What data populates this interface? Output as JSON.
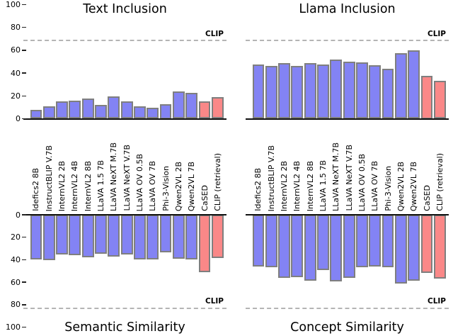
{
  "figure": {
    "background": "#ffffff"
  },
  "colors": {
    "model_bar_fill": "#8383f4",
    "highlight_bar_fill": "#fa8888",
    "bar_edge": "#7f7f7f",
    "reference_line": "#b4b4b4",
    "axis_line": "#111111",
    "text": "#000000"
  },
  "chart_data": {
    "type": "bar",
    "categories": [
      "Idefics2 8B",
      "InstructBLIP V.7B",
      "InternVL2 2B",
      "InternVL2 4B",
      "InternVL2 8B",
      "LLaVA 1.5 7B",
      "LLaVA NeXT M.7B",
      "LLaVA NeXT V.7B",
      "LLaVA OV 0.5B",
      "LLaVA OV 7B",
      "Phi-3-Vision",
      "Qwen2VL 2B",
      "Qwen2VL 7B",
      "CaSED",
      "CLIP (retrieval)"
    ],
    "highlight_categories": [
      "CaSED",
      "CLIP (retrieval)"
    ],
    "ylim": [
      0,
      100
    ],
    "yticks": [
      0,
      20,
      40,
      60,
      80,
      100
    ],
    "grid": false,
    "legend": "none",
    "panels": [
      {
        "title": "Text Inclusion",
        "position": "top-left",
        "bar_direction": "up",
        "title_placement": "above",
        "values": [
          7.5,
          11,
          15,
          16,
          18,
          12,
          19.5,
          15.5,
          11,
          9.5,
          12.5,
          24,
          22.5,
          15,
          19
        ],
        "reference_line": {
          "label": "CLIP",
          "value": 68.5
        }
      },
      {
        "title": "Llama Inclusion",
        "position": "top-right",
        "bar_direction": "up",
        "title_placement": "above",
        "values": [
          47.5,
          46,
          48.5,
          46.5,
          49,
          47.5,
          52,
          50,
          49.5,
          47,
          43.5,
          57.5,
          60,
          37.5,
          33
        ],
        "reference_line": {
          "label": "CLIP",
          "value": 68.5
        }
      },
      {
        "title": "Semantic Similarity",
        "position": "bottom-left",
        "bar_direction": "down",
        "title_placement": "below",
        "values": [
          39.5,
          40.5,
          35.5,
          36,
          38,
          34.5,
          37,
          35.5,
          39.5,
          40,
          33.5,
          39,
          40,
          51,
          38.5
        ],
        "reference_line": {
          "label": "CLIP",
          "value": 83
        }
      },
      {
        "title": "Concept Similarity",
        "position": "bottom-right",
        "bar_direction": "down",
        "title_placement": "below",
        "values": [
          46,
          47,
          56,
          55.5,
          58.5,
          49,
          59,
          56,
          47,
          46,
          46.5,
          61.5,
          58.5,
          51.5,
          57
        ],
        "reference_line": {
          "label": "CLIP",
          "value": 83
        }
      }
    ]
  }
}
